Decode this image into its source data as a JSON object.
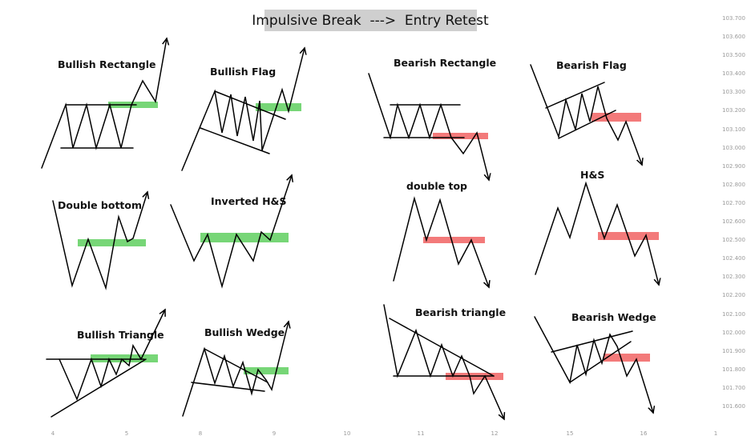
{
  "chart_data": {
    "type": "diagram",
    "title": "Impulsive Break  --->  Entry Retest",
    "x_ticks": [
      "4",
      "5",
      "8",
      "9",
      "10",
      "11",
      "12",
      "15",
      "16",
      "1"
    ],
    "y_ticks": [
      "103.700",
      "103.600",
      "103.500",
      "103.400",
      "103.300",
      "103.200",
      "103.100",
      "103.000",
      "102.900",
      "102.800",
      "102.700",
      "102.600",
      "102.500",
      "102.400",
      "102.300",
      "102.200",
      "102.100",
      "102.000",
      "101.900",
      "101.800",
      "101.700",
      "101.600"
    ],
    "patterns": [
      {
        "label": "Bullish Rectangle",
        "direction": "bullish"
      },
      {
        "label": "Bullish Flag",
        "direction": "bullish"
      },
      {
        "label": "Bearish Rectangle",
        "direction": "bearish"
      },
      {
        "label": "Bearish Flag",
        "direction": "bearish"
      },
      {
        "label": "Double bottom",
        "direction": "bullish"
      },
      {
        "label": "Inverted H&S",
        "direction": "bullish"
      },
      {
        "label": "double top",
        "direction": "bearish"
      },
      {
        "label": "H&S",
        "direction": "bearish"
      },
      {
        "label": "Bullish Triangle",
        "direction": "bullish"
      },
      {
        "label": "Bullish Wedge",
        "direction": "bullish"
      },
      {
        "label": "Bearish triangle",
        "direction": "bearish"
      },
      {
        "label": "Bearish Wedge",
        "direction": "bearish"
      }
    ],
    "colors": {
      "bullish_zone": "#5fcf5f",
      "bearish_zone": "#f26b6b",
      "title_bg": "#cfcfcf"
    }
  }
}
